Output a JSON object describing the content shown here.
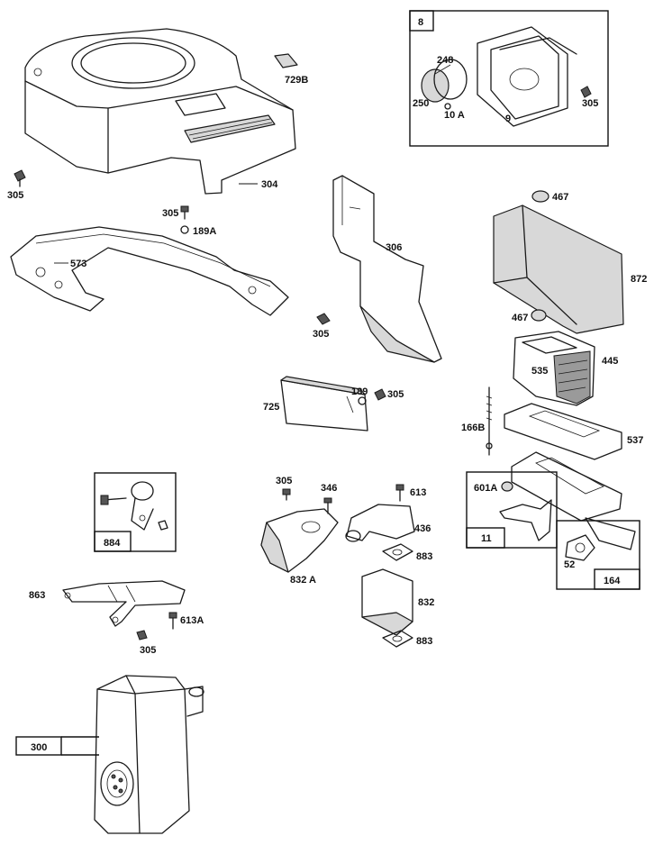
{
  "labels": {
    "blower_housing": "304",
    "screw_left": "305",
    "screw_mid": "305",
    "screw_baffle": "305",
    "screw_bracket": "305",
    "screw_cover": "305",
    "screw_elbow": "305",
    "screw_inset8": "305",
    "clip_729b": "729B",
    "washer_189a": "189A",
    "baffle_573": "573",
    "baffle_306": "306",
    "shield_725": "725",
    "washer_189": "189",
    "inset8_box": "8",
    "gasket_248": "248",
    "gasket_250": "250",
    "nut_10a": "10 A",
    "plate_9": "9",
    "grommet_top": "467",
    "grommet_bottom": "467",
    "cover_872": "872",
    "filter_535": "535",
    "filter_445": "445",
    "bolt_166b": "166B",
    "gasket_537": "537",
    "grommet_601a": "601A",
    "inset11_box": "11",
    "gasket_52": "52",
    "inset164_box": "164",
    "guard_832a": "832 A",
    "bolt_346": "346",
    "bolt_613": "613",
    "elbow_436": "436",
    "gasket_883_top": "883",
    "guard_832": "832",
    "gasket_883_bottom": "883",
    "inset884_box": "884",
    "bracket_863": "863",
    "bolt_613a": "613A",
    "muffler_300": "300"
  }
}
